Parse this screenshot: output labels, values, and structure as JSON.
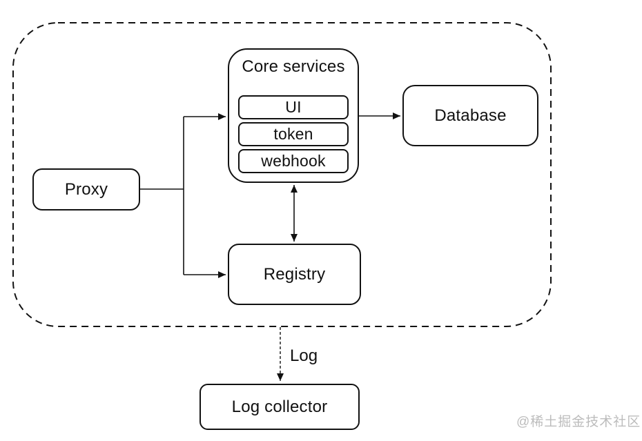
{
  "diagram": {
    "nodes": {
      "proxy": "Proxy",
      "core_services": "Core services",
      "ui": "UI",
      "token": "token",
      "webhook": "webhook",
      "database": "Database",
      "registry": "Registry",
      "log_collector": "Log collector"
    },
    "edge_labels": {
      "log": "Log"
    },
    "colors": {
      "stroke": "#111111",
      "background": "#ffffff",
      "watermark": "#bcbcbc"
    }
  },
  "watermark": "@稀土掘金技术社区"
}
